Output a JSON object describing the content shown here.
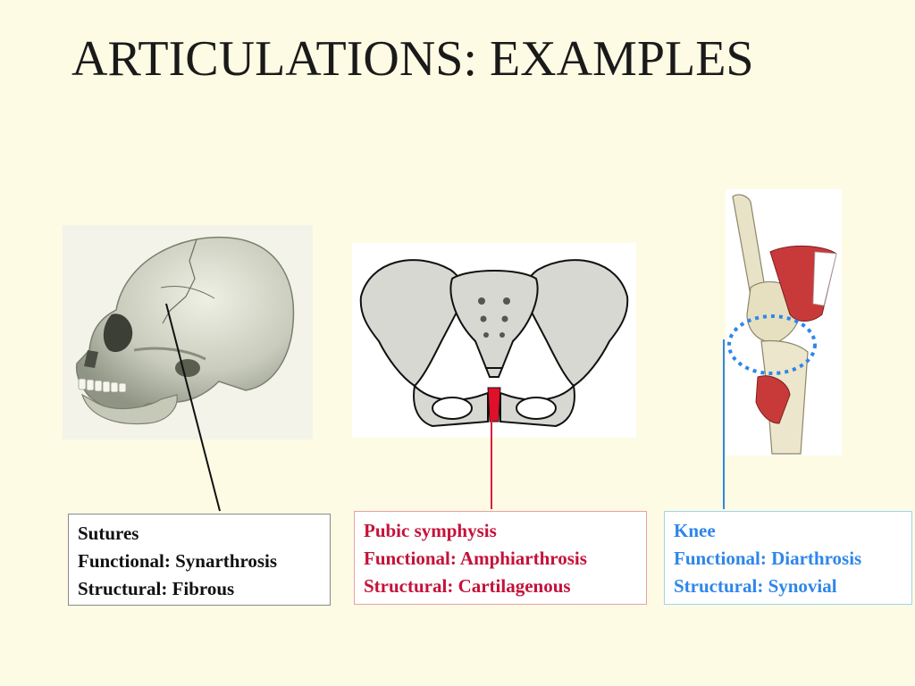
{
  "slide": {
    "title": "ARTICULATIONS: EXAMPLES"
  },
  "examples": [
    {
      "name": "Sutures",
      "functional": "Functional: Synarthrosis",
      "structural": "Structural: Fibrous",
      "color": "#111111"
    },
    {
      "name": "Pubic symphysis",
      "functional": "Functional: Amphiarthrosis",
      "structural": "Structural: Cartilagenous",
      "color": "#c4123a"
    },
    {
      "name": "Knee",
      "functional": "Functional: Diarthrosis",
      "structural": "Structural: Synovial",
      "color": "#2f86e8"
    }
  ],
  "colors": {
    "background": "#FDFBE3",
    "bone": "#dcdcd0",
    "cartilage_highlight": "#e0102a",
    "muscle": "#c83a3a"
  },
  "icons": [
    "skull-image",
    "pelvis-image",
    "knee-image"
  ]
}
